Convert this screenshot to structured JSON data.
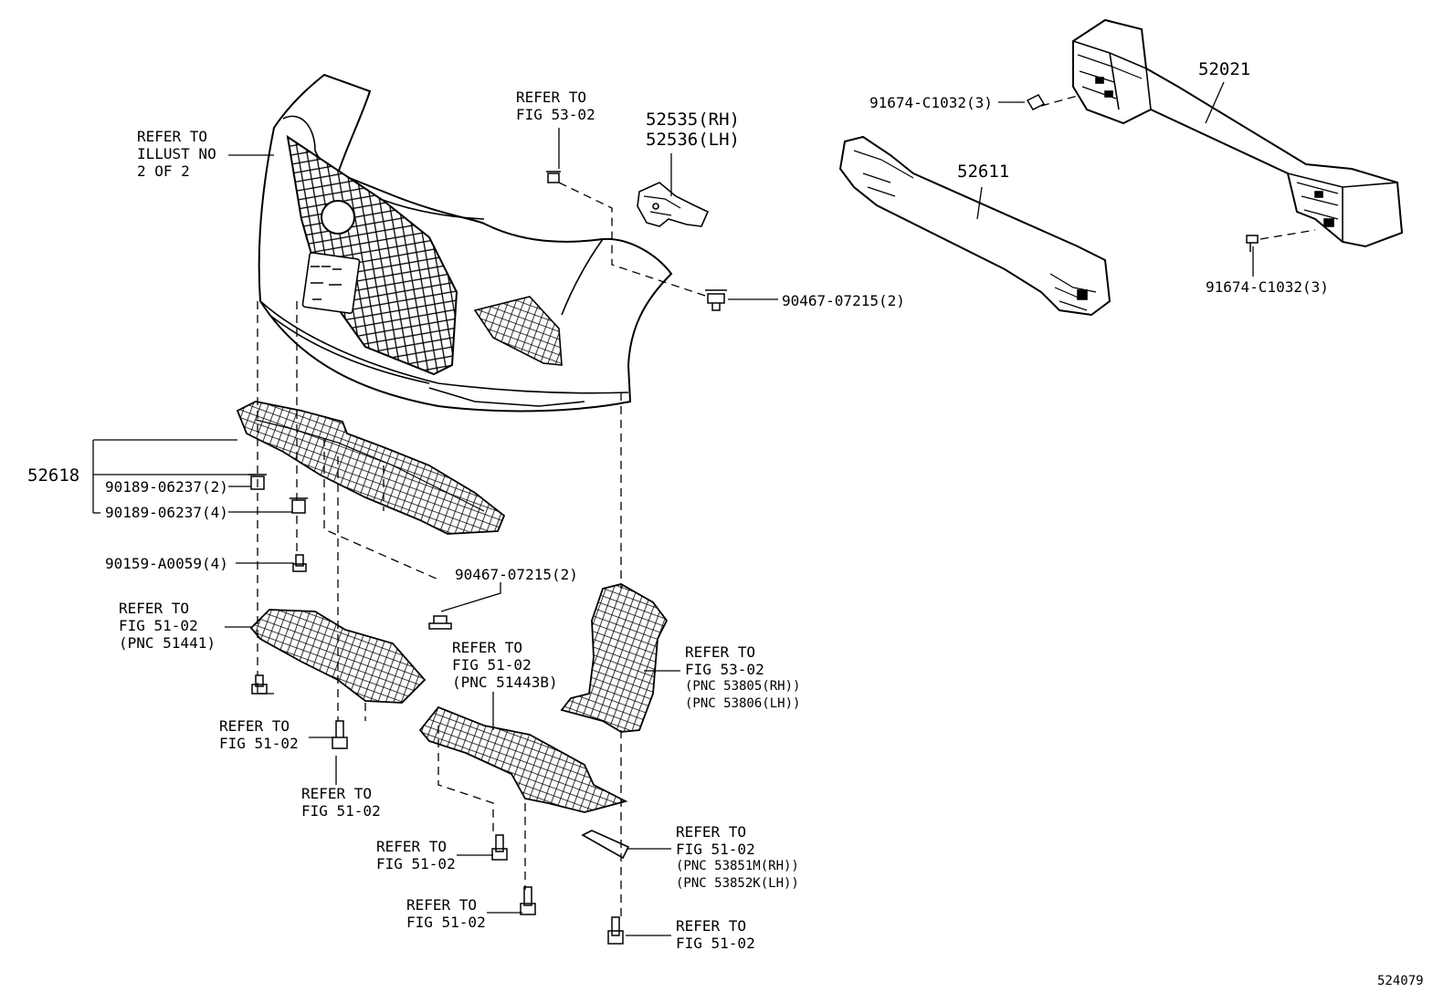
{
  "diagram": {
    "figure_id": "524079",
    "labels": {
      "refer_illust": [
        "REFER TO",
        "ILLUST NO",
        "2 OF 2"
      ],
      "refer_fig_53_02_top": [
        "REFER TO",
        "FIG 53-02"
      ],
      "p52535": "52535(RH)",
      "p52536": "52536(LH)",
      "p52021": "52021",
      "p52611": "52611",
      "p91674_top": "91674-C1032(3)",
      "p91674_right": "91674-C1032(3)",
      "p90467_upper": "90467-07215(2)",
      "p52618": "52618",
      "p90189_a": "90189-06237(2)",
      "p90189_b": "90189-06237(4)",
      "p90159": "90159-A0059(4)",
      "p90467_lower": "90467-07215(2)",
      "refer_51441": [
        "REFER TO",
        "FIG 51-02",
        "(PNC 51441)"
      ],
      "refer_51443b": [
        "REFER TO",
        "FIG 51-02",
        "(PNC 51443B)"
      ],
      "refer_53805": [
        "REFER TO",
        "FIG 53-02",
        "(PNC 53805(RH))",
        "(PNC 53806(LH))"
      ],
      "refer_51_02_a": [
        "REFER TO",
        "FIG 51-02"
      ],
      "refer_51_02_b": [
        "REFER TO",
        "FIG 51-02"
      ],
      "refer_51_02_c": [
        "REFER TO",
        "FIG 51-02"
      ],
      "refer_51_02_d": [
        "REFER TO",
        "FIG 51-02"
      ],
      "refer_53851": [
        "REFER TO",
        "FIG 51-02",
        "(PNC 53851M(RH))",
        "(PNC 53852K(LH))"
      ],
      "refer_51_02_e": [
        "REFER TO",
        "FIG 51-02"
      ]
    }
  }
}
